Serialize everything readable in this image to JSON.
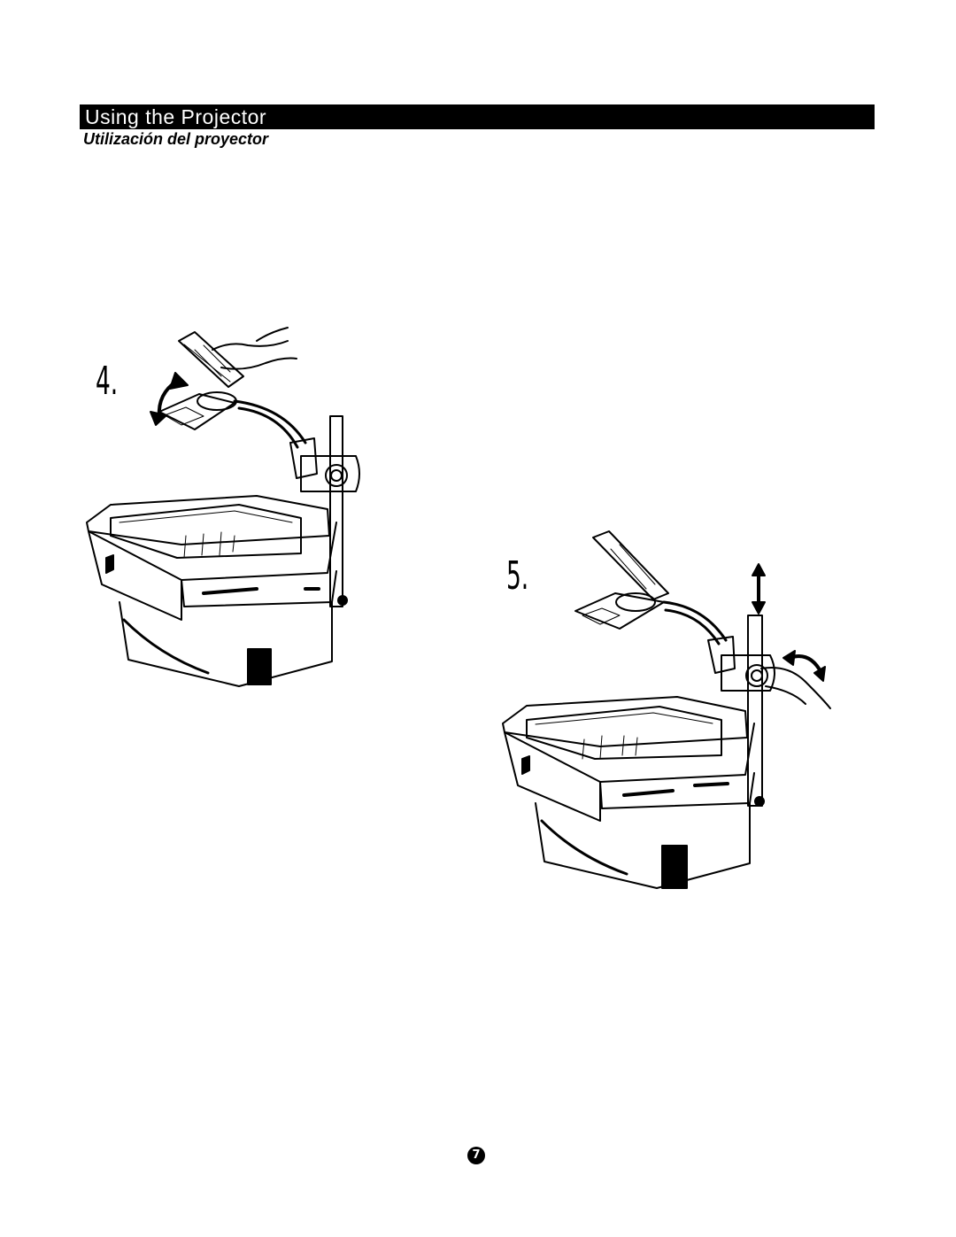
{
  "header": {
    "title": "Using the Projector",
    "subtitle": "Utilización del proyector"
  },
  "steps": [
    {
      "number": "4.",
      "icon": "projector-head-flip-illustration"
    },
    {
      "number": "5.",
      "icon": "projector-focus-adjust-illustration"
    }
  ],
  "footer": {
    "page_number": "7"
  },
  "colors": {
    "header_background": "#000000",
    "header_text": "#ffffff"
  }
}
